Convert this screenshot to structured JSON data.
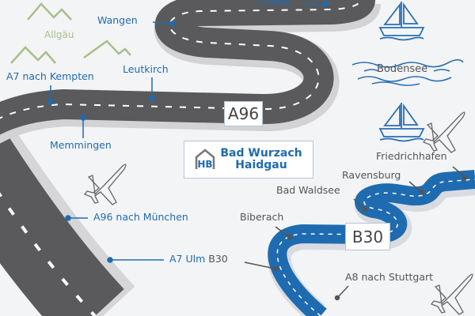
{
  "region": "Allgäu",
  "lake": "Bodensee",
  "roads": {
    "a96": "A96",
    "b30": "B30"
  },
  "brand": {
    "line1": "Bad Wurzach",
    "line2": "Haidgau",
    "logo": "HB"
  },
  "places_blue": {
    "lindau": "Lindau",
    "wangen": "Wangen",
    "a7_kempten": "A7 nach Kempten",
    "leutkirch": "Leutkirch",
    "memmingen": "Memmingen",
    "a96_muenchen": "A96 nach München",
    "a7_ulm": "A7 Ulm"
  },
  "places_gray": {
    "b30": "B30",
    "biberach": "Biberach",
    "bad_waldsee": "Bad Waldsee",
    "ravensburg": "Ravensburg",
    "friedrichshafen": "Friedrichhafen",
    "a8_stuttgart": "A8 nach Stuttgart"
  },
  "colors": {
    "asphalt": "#5a5a5c",
    "b30_road": "#1f6bb0",
    "label_blue": "#1f6bb0",
    "mountain": "#a8bf8a"
  }
}
